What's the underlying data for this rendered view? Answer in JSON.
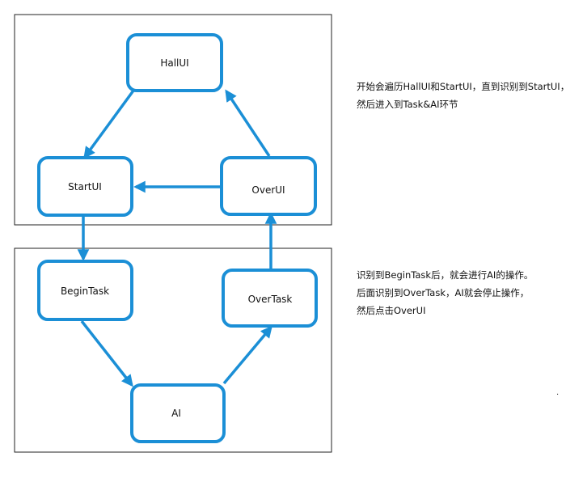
{
  "top_group": {
    "nodes": {
      "hall": "HallUI",
      "start": "StartUI",
      "over": "OverUI"
    }
  },
  "bottom_group": {
    "nodes": {
      "begin": "BeginTask",
      "overtask": "OverTask",
      "ai": "AI"
    }
  },
  "notes": {
    "top": [
      "开始会遍历HallUI和StartUI，直到识别到StartUI，",
      "然后进入到Task&AI环节"
    ],
    "bottom": [
      "识别到BeginTask后，就会进行AI的操作。",
      "后面识别到OverTask，AI就会停止操作，",
      "然后点击OverUI"
    ]
  },
  "stray_mark": ".",
  "colors": {
    "node_stroke": "#1b8fd6",
    "arrow": "#1b8fd6",
    "frame": "#222222"
  }
}
